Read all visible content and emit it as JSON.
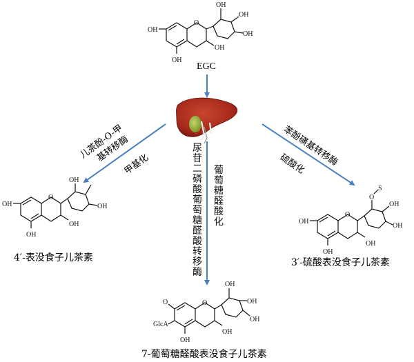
{
  "molecules": {
    "egc": {
      "name": "EGC",
      "groups": {
        "oh": "OH",
        "o": "O"
      }
    },
    "methyl": {
      "name": "4′-表没食子儿茶素",
      "groups": {
        "oh": "OH",
        "o": "O"
      }
    },
    "glucuronide": {
      "name": "7-葡萄糖醛酸表没食子儿茶素",
      "groups": {
        "oh": "OH",
        "o": "O",
        "glca": "GlcA"
      }
    },
    "sulfate": {
      "name": "3′-硫酸表没食子儿茶素",
      "groups": {
        "oh": "OH",
        "o": "O",
        "s": "S"
      }
    }
  },
  "organ": {
    "name": "liver"
  },
  "pathways": {
    "left": {
      "enzyme_line1": "儿茶酚-O-甲",
      "enzyme_line2": "基转移酶",
      "reaction": "甲基化"
    },
    "center": {
      "enzyme": "尿苷二磷酸葡萄糖醛酸转移酶",
      "reaction": "葡萄糖醛酸化"
    },
    "right": {
      "enzyme": "苯酚磺基转移酶",
      "reaction": "硫酸化"
    }
  },
  "colors": {
    "arrow": "#4a7fc1",
    "liver": "#a5281a",
    "gallbladder": "#8fae3a",
    "vessel": "#f0f0ec"
  }
}
